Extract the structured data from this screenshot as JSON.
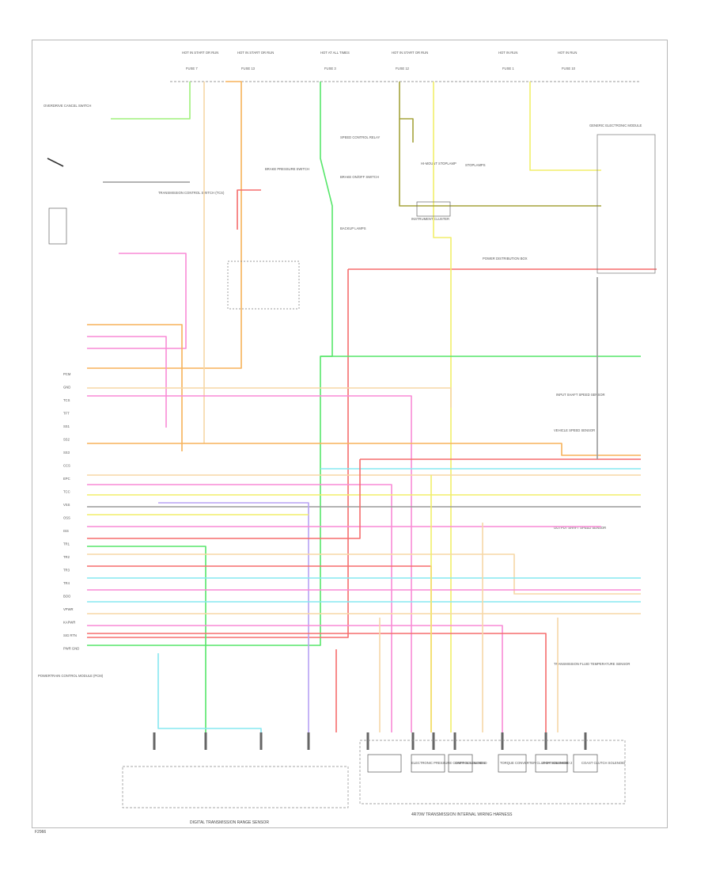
{
  "figure": {
    "id": "F2966",
    "bottom_left_caption": "DIGITAL TRANSMISSION RANGE SENSOR",
    "bottom_right_caption": "4R70W TRANSMISSION INTERNAL WIRING HARNESS"
  },
  "fuse_labels": [
    "HOT IN START OR RUN",
    "HOT IN START OR RUN",
    "HOT AT ALL TIMES",
    "HOT IN START OR RUN",
    "HOT IN RUN",
    "HOT IN RUN"
  ],
  "fuse_sub": [
    "FUSE 7",
    "FUSE 13",
    "FUSE 3",
    "FUSE 12",
    "FUSE 1",
    "FUSE 10"
  ],
  "component_labels": [
    "OVERDRIVE CANCEL SWITCH",
    "TRANSMISSION CONTROL SWITCH (TCS)",
    "BRAKE PRESSURE SWITCH",
    "BRAKE ON/OFF SWITCH",
    "SPEED CONTROL RELAY",
    "HI-MOUNT STOPLAMP",
    "STOPLAMPS",
    "BACKUP LAMPS",
    "POWERTRAIN CONTROL MODULE (PCM)",
    "VEHICLE SPEED SENSOR",
    "INPUT SHAFT SPEED SENSOR",
    "OUTPUT SHAFT SPEED SENSOR",
    "TRANSMISSION FLUID TEMPERATURE SENSOR",
    "SHIFT SOLENOID 1",
    "SHIFT SOLENOID 2",
    "COAST CLUTCH SOLENOID",
    "TORQUE CONVERTER CLUTCH SOLENOID",
    "ELECTRONIC PRESSURE CONTROL SOLENOID",
    "POWER DISTRIBUTION BOX",
    "GENERIC ELECTRONIC MODULE",
    "INSTRUMENT CLUSTER"
  ],
  "pcm_pin_labels": [
    "PCM",
    "GND",
    "TCS",
    "TFT",
    "SS1",
    "SS2",
    "SS3",
    "CCS",
    "EPC",
    "TCC",
    "VSS",
    "OSS",
    "ISS",
    "TR1",
    "TR2",
    "TR3",
    "TR4",
    "BOO",
    "VPWR",
    "KAPWR",
    "SIG RTN",
    "PWR GND"
  ],
  "wire_colors": {
    "lt_green": "#9ff07a",
    "orange": "#f7b25a",
    "pink": "#f98ad6",
    "red": "#f56d6d",
    "yellow": "#f2ee6a",
    "cyan": "#86e8f0",
    "violet": "#b7a2f3",
    "tan": "#f7d7a6",
    "gray": "#9a9a9a",
    "green": "#57e66a",
    "olive": "#a5a33c",
    "black": "#333333"
  }
}
